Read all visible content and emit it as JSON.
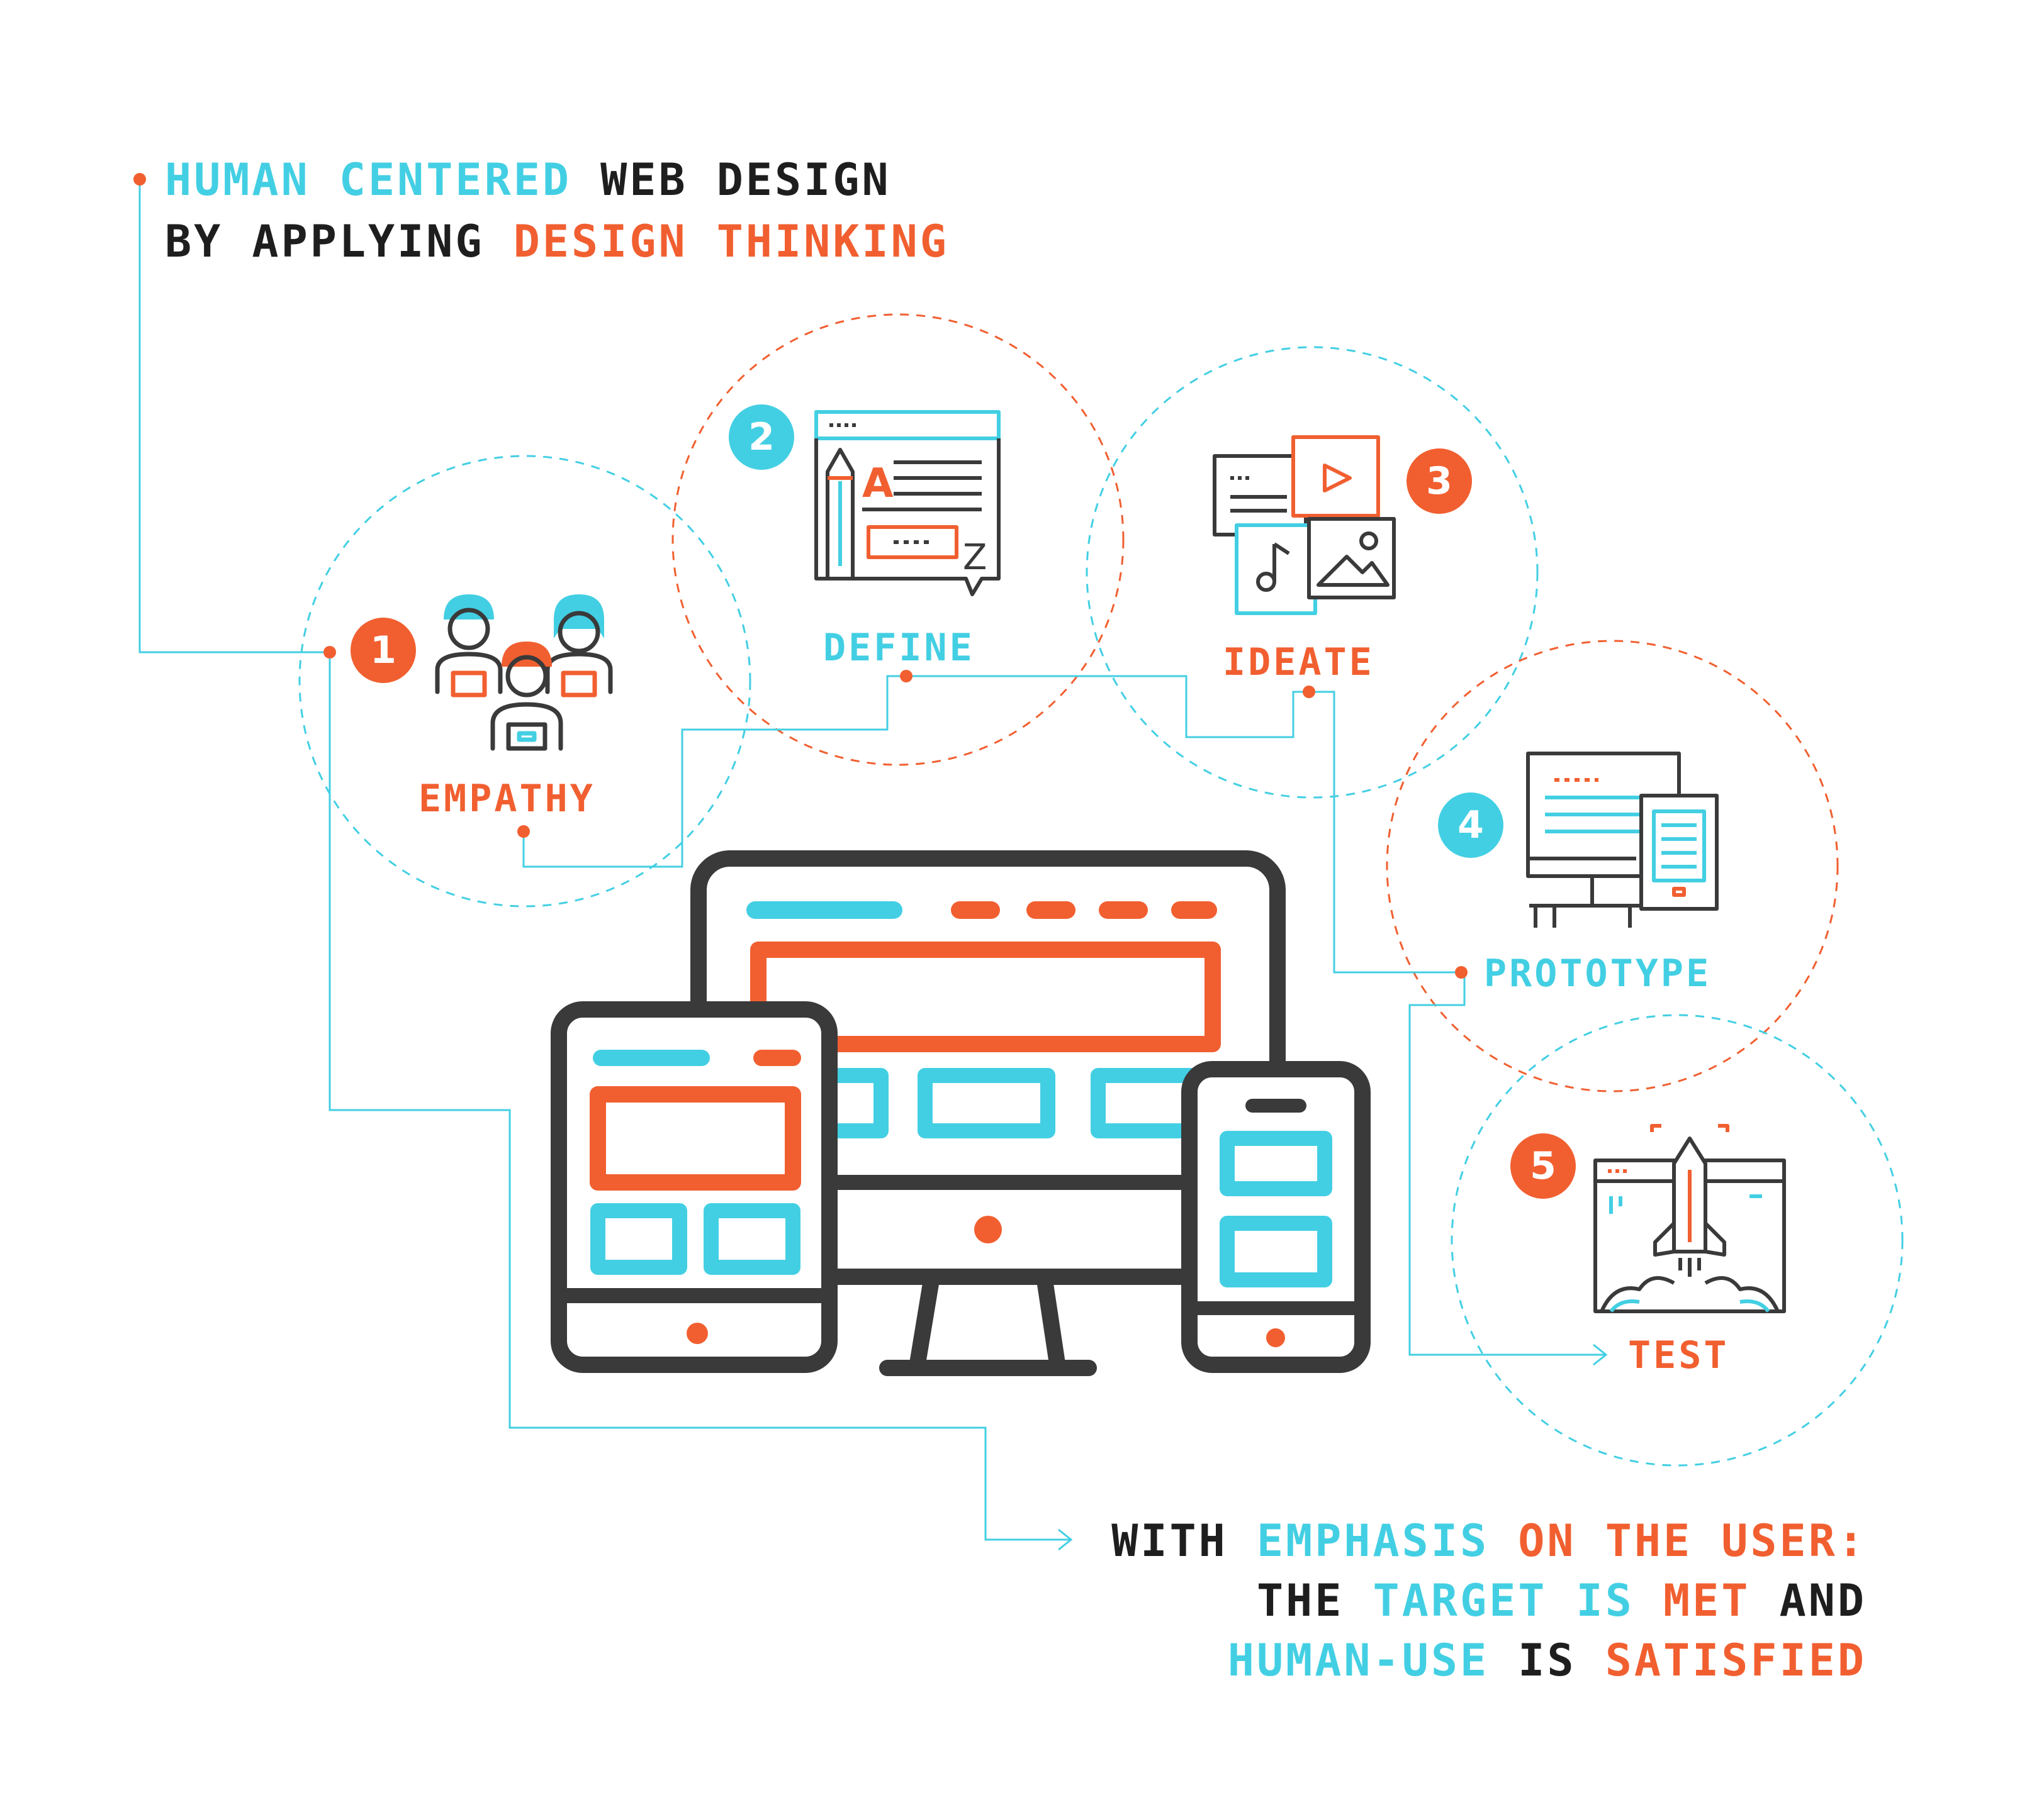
{
  "colors": {
    "cyan": "#43cfe3",
    "orange": "#f15f30",
    "dark": "#3a3a3a"
  },
  "header": {
    "line1": [
      {
        "text": "HUMAN CENTERED",
        "color": "cyan"
      },
      {
        "text": " WEB DESIGN",
        "color": "dark"
      }
    ],
    "line2": [
      {
        "text": "BY APPLYING ",
        "color": "dark"
      },
      {
        "text": "DESIGN THINKING",
        "color": "orange"
      }
    ]
  },
  "steps": [
    {
      "number": "1",
      "label": "EMPATHY",
      "number_color": "orange",
      "label_color": "orange",
      "icon": "users-icon"
    },
    {
      "number": "2",
      "label": "DEFINE",
      "number_color": "cyan",
      "label_color": "cyan",
      "icon": "browser-document-icon"
    },
    {
      "number": "3",
      "label": "IDEATE",
      "number_color": "orange",
      "label_color": "orange",
      "icon": "media-collage-icon"
    },
    {
      "number": "4",
      "label": "PROTOTYPE",
      "number_color": "cyan",
      "label_color": "cyan",
      "icon": "devices-icon"
    },
    {
      "number": "5",
      "label": "TEST",
      "number_color": "orange",
      "label_color": "orange",
      "icon": "rocket-launch-icon"
    }
  ],
  "footer": {
    "line1": [
      {
        "text": "WITH ",
        "color": "dark"
      },
      {
        "text": "EMPHASIS",
        "color": "cyan"
      },
      {
        "text": " ON THE USER:",
        "color": "orange"
      }
    ],
    "line2": [
      {
        "text": "THE ",
        "color": "dark"
      },
      {
        "text": "TARGET IS",
        "color": "cyan"
      },
      {
        "text": " MET",
        "color": "orange"
      },
      {
        "text": " AND",
        "color": "dark"
      }
    ],
    "line3": [
      {
        "text": "HUMAN-USE",
        "color": "cyan"
      },
      {
        "text": " IS ",
        "color": "dark"
      },
      {
        "text": "SATISFIED",
        "color": "orange"
      }
    ]
  },
  "illustration": {
    "icon": "responsive-devices-icon"
  }
}
